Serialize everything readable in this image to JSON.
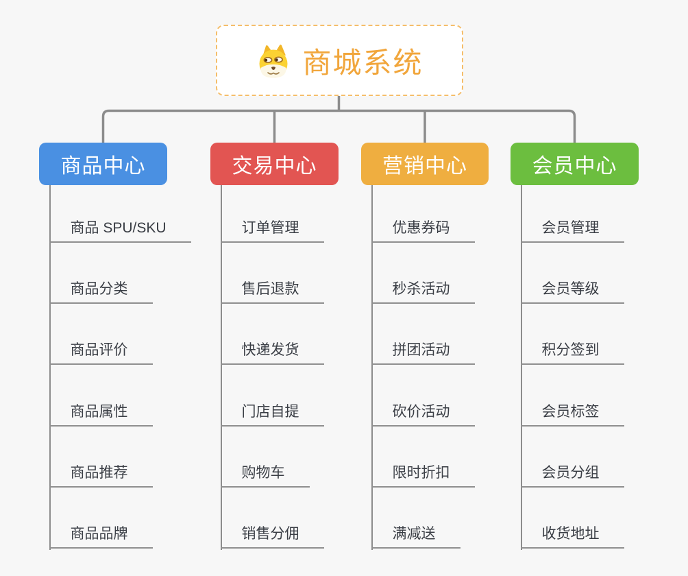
{
  "root": {
    "title": "商城系统",
    "icon": "dog-face-icon"
  },
  "colors": {
    "background": "#F7F7F7",
    "connector": "#8C8C8C",
    "root_border": "#F5BE6B",
    "root_title": "#F1A63C",
    "item_text": "#3A3E45",
    "item_line": "#8F8F8F"
  },
  "branches": [
    {
      "label": "商品中心",
      "color": "#4A90E2",
      "items": [
        "商品 SPU/SKU",
        "商品分类",
        "商品评价",
        "商品属性",
        "商品推荐",
        "商品品牌"
      ]
    },
    {
      "label": "交易中心",
      "color": "#E25552",
      "items": [
        "订单管理",
        "售后退款",
        "快递发货",
        "门店自提",
        "购物车",
        "销售分佣"
      ]
    },
    {
      "label": "营销中心",
      "color": "#EFAE40",
      "items": [
        "优惠券码",
        "秒杀活动",
        "拼团活动",
        "砍价活动",
        "限时折扣",
        "满减送"
      ]
    },
    {
      "label": "会员中心",
      "color": "#6CBE3F",
      "items": [
        "会员管理",
        "会员等级",
        "积分签到",
        "会员标签",
        "会员分组",
        "收货地址"
      ]
    }
  ]
}
